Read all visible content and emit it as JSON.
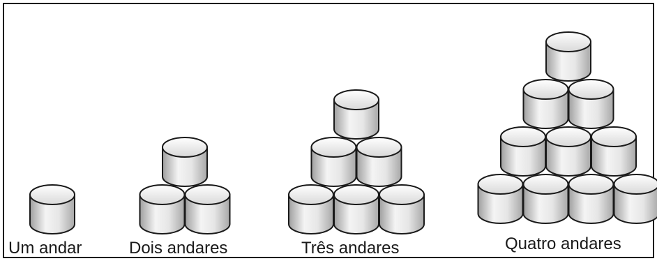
{
  "figure": {
    "stacks": [
      {
        "label": "Um andar",
        "floors": 1
      },
      {
        "label": "Dois andares",
        "floors": 2
      },
      {
        "label": "Três andares",
        "floors": 3
      },
      {
        "label": "Quatro andares",
        "floors": 4
      }
    ],
    "colors": {
      "border": "#1a1a1a",
      "can_fill_light": "#f2f2f2",
      "can_fill_dark": "#a6a6a6",
      "can_outline": "#1a1a1a"
    }
  }
}
